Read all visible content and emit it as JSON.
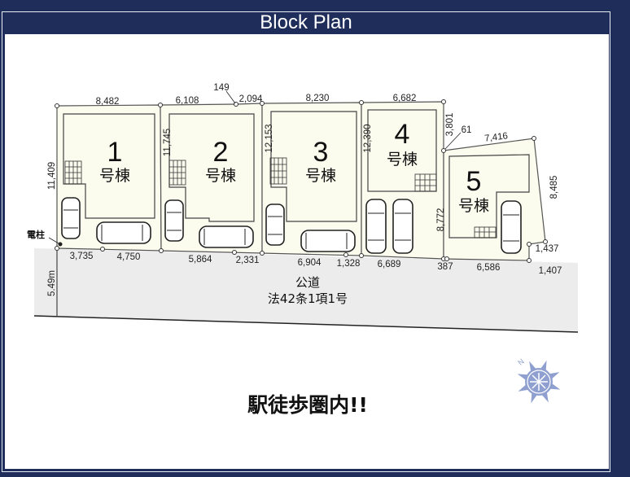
{
  "header": {
    "title": "Block Plan"
  },
  "lots": [
    {
      "number": "1",
      "label": "号棟"
    },
    {
      "number": "2",
      "label": "号棟"
    },
    {
      "number": "3",
      "label": "号棟"
    },
    {
      "number": "4",
      "label": "号棟"
    },
    {
      "number": "5",
      "label": "号棟"
    }
  ],
  "dimensions": {
    "top": [
      "8,482",
      "6,108",
      "149",
      "2,094",
      "8,230",
      "6,682",
      "3,801",
      "61",
      "7,416",
      "8,485"
    ],
    "side": [
      "11,409",
      "11,745",
      "12,153",
      "12,390",
      "8,772"
    ],
    "bottom": [
      "3,735",
      "4,750",
      "5,864",
      "2,331",
      "6,904",
      "1,328",
      "6,689",
      "387",
      "6,586",
      "1,437",
      "1,407"
    ],
    "road_width": "5.49m"
  },
  "utility_pole": "電柱",
  "road": {
    "name": "公道",
    "law": "法42条1項1号"
  },
  "tagline": "駅徒歩圏内!!",
  "compass": {
    "north_label": "N"
  },
  "colors": {
    "navy": "#1f2d5a",
    "lot_fill": "#fbfbee",
    "road": "#ececec",
    "compass": "#8e9fd0"
  }
}
